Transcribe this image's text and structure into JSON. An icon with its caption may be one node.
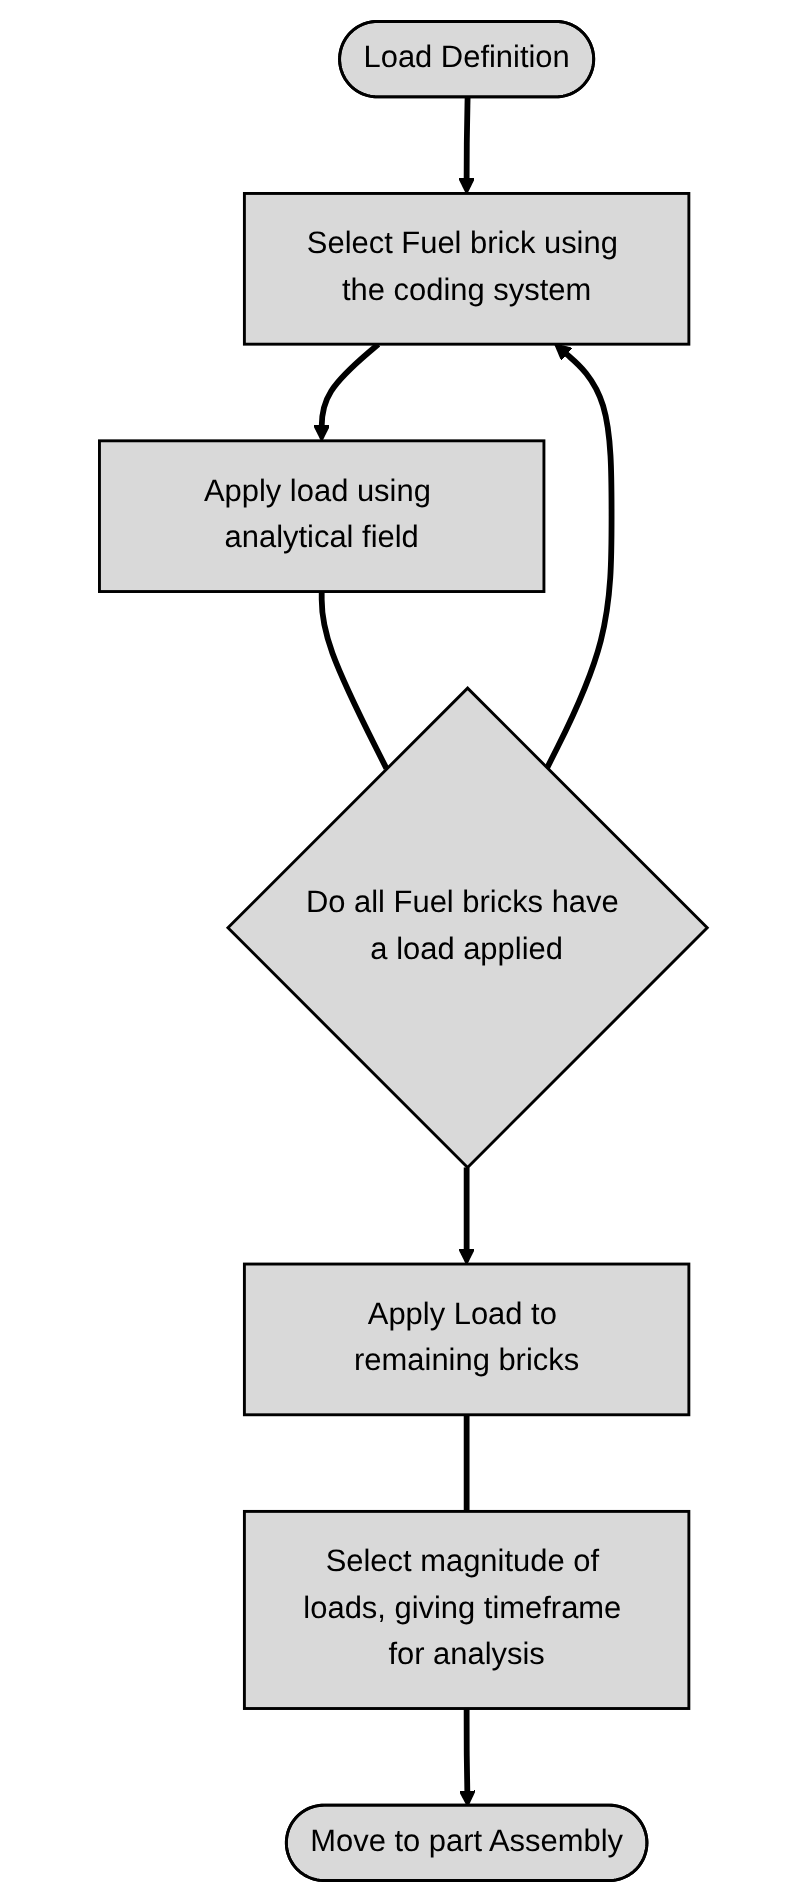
{
  "diagram": {
    "nodes": [
      {
        "text": [
          "Load Definition"
        ]
      },
      {
        "text": [
          "Select Fuel brick using the coding system"
        ]
      },
      {
        "text": [
          "Apply load using analytical field"
        ]
      },
      {
        "text": [
          "Do all Fuel bricks have a load applied"
        ]
      },
      {
        "text": [
          "Apply Load to remaining bricks"
        ]
      },
      {
        "text": [
          "Select magnitude of loads, giving timeframe for analysis"
        ]
      },
      {
        "text": [
          "Move to part Assembly"
        ]
      }
    ],
    "edges": [
      {
        "from": 0,
        "to": 1,
        "arrow": "to"
      },
      {
        "from": 1,
        "to": 2,
        "arrow": "to"
      },
      {
        "from": 2,
        "to": 3,
        "arrow": "none"
      },
      {
        "from": 3,
        "to": 4,
        "arrow": "to"
      },
      {
        "from": 4,
        "to": 5,
        "arrow": "none"
      },
      {
        "from": 5,
        "to": 6,
        "arrow": "to"
      },
      {
        "from": 3,
        "to": 1,
        "arrow": "to"
      }
    ]
  }
}
